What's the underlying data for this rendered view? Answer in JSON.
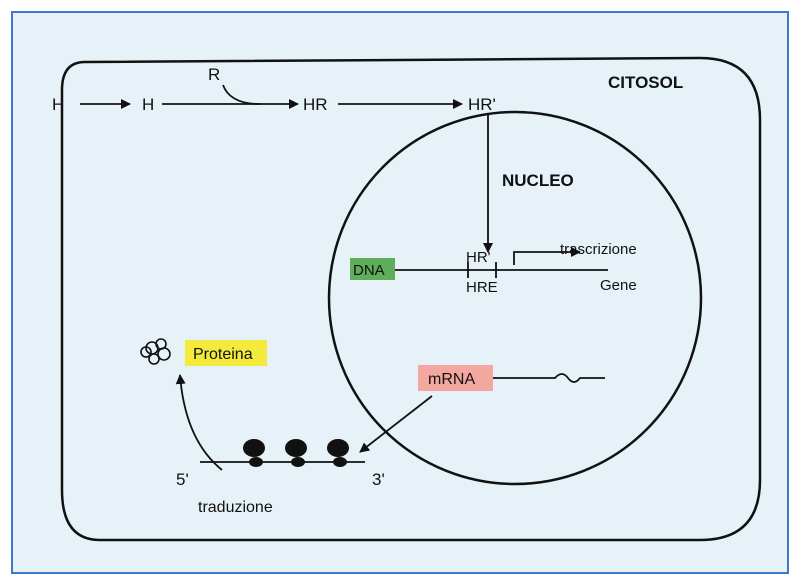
{
  "labels": {
    "cytosol": "CITOSOL",
    "nucleus": "NUCLEO",
    "h_outside": "H",
    "h_inside": "H",
    "receptor": "R",
    "hr_complex": "HR",
    "hr_activated": "HR'",
    "hr_bound": "HR'",
    "hre": "HRE",
    "dna": "DNA",
    "transcription": "trascrizione",
    "gene": "Gene",
    "mrna": "mRNA",
    "protein": "Proteina",
    "end_5": "5'",
    "end_3": "3'",
    "translation": "traduzione"
  },
  "colors": {
    "background": "#e6f2f7",
    "frame": "#3a7dc4",
    "dna_box": "#5fae5a",
    "mrna_box": "#f4a7a0",
    "protein_box": "#f3ea3c",
    "line": "#111111"
  }
}
